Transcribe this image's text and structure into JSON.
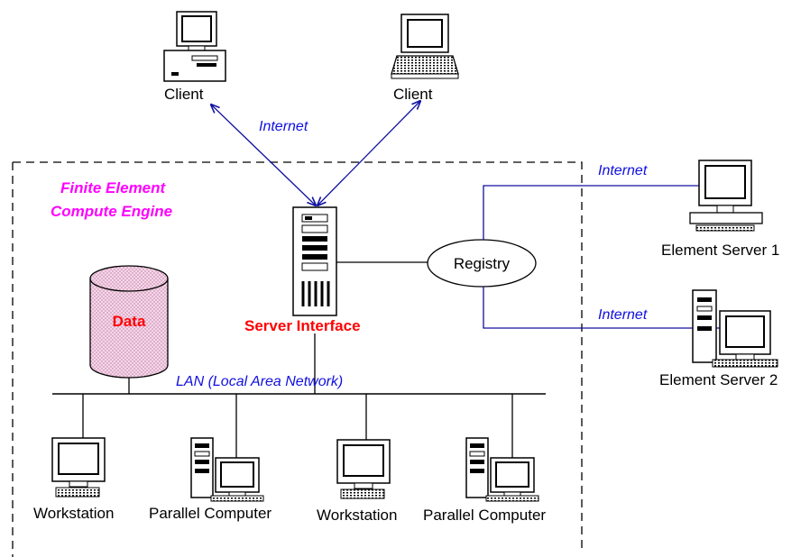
{
  "boundary": {
    "title_line1": "Finite Element",
    "title_line2": "Compute Engine"
  },
  "clients": [
    {
      "label": "Client"
    },
    {
      "label": "Client"
    }
  ],
  "links": {
    "client_internet": "Internet",
    "server1_internet": "Internet",
    "server2_internet": "Internet",
    "lan": "LAN (Local Area  Network)"
  },
  "server": {
    "label": "Server Interface"
  },
  "registry": {
    "label": "Registry"
  },
  "data_store": {
    "label": "Data"
  },
  "element_servers": [
    {
      "label": "Element Server 1"
    },
    {
      "label": "Element Server 2"
    }
  ],
  "lan_nodes": [
    {
      "label": "Workstation"
    },
    {
      "label": "Parallel Computer"
    },
    {
      "label": "Workstation"
    },
    {
      "label": "Parallel Computer"
    }
  ],
  "colors": {
    "link_text": "#1010e0",
    "link_line": "#1010a0",
    "engine_title": "#ff00ff",
    "server_label": "#ff0000",
    "data_fill": "#f0c8e0"
  }
}
